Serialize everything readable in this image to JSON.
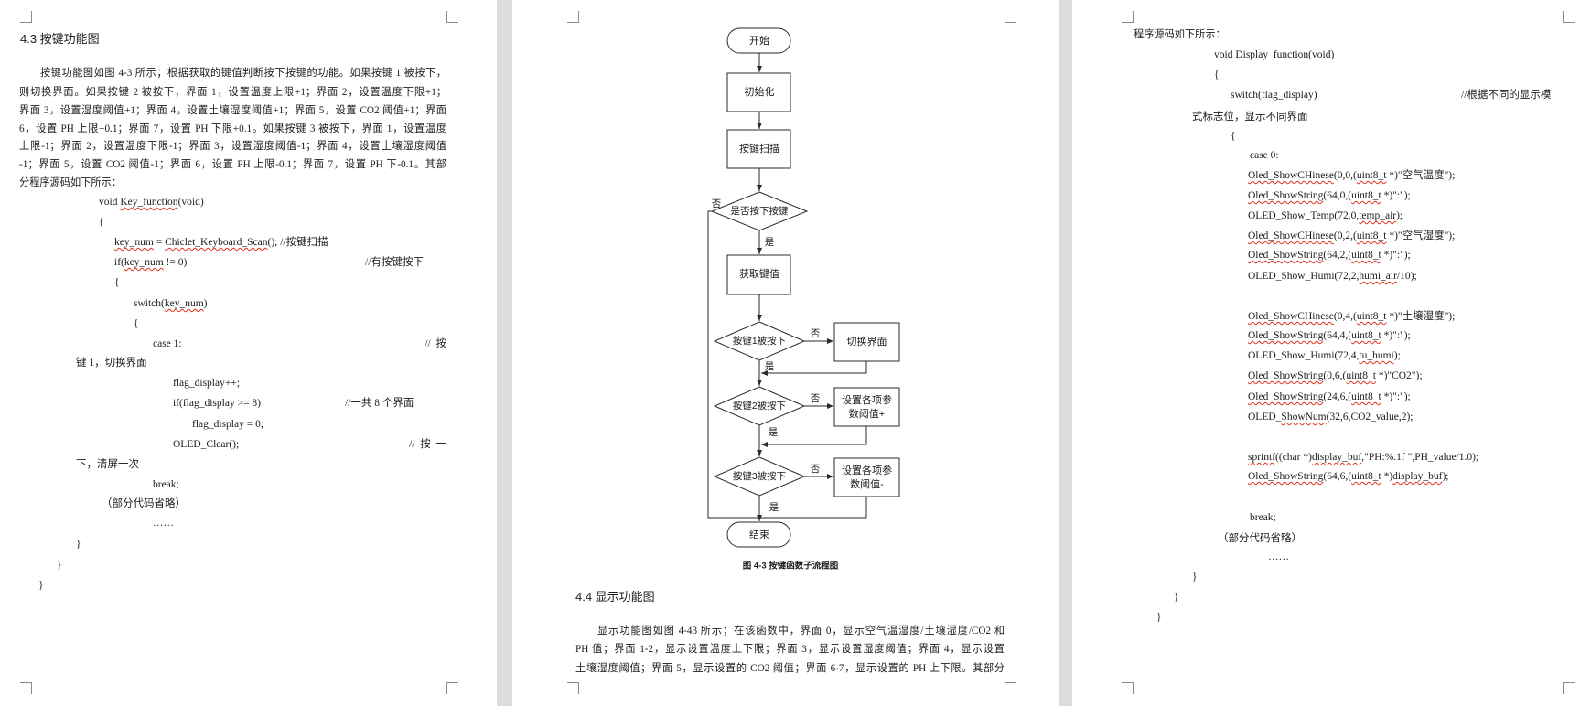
{
  "page1": {
    "heading": "4.3 按键功能图",
    "paragraph_lines": [
      "按键功能图如图 4-3 所示；根据获取的键值判断按下按键的功能。如果按键 1 被按下，",
      "则切换界面。如果按键 2 被按下，界面 1，设置温度上限+1；界面 2，设置温度下限+1；",
      "界面 3，设置湿度阈值+1；界面 4，设置土壤湿度阈值+1；界面 5，设置 CO2 阈值+1；界面",
      "6，设置 PH 上限+0.1；界面 7，设置 PH 下限+0.1。如果按键 3 被按下，界面 1，设置温度",
      "上限-1；界面 2，设置温度下限-1；界面 3，设置湿度阈值-1；界面 4，设置土壤湿度阈值",
      "-1；界面 5，设置 CO2 阈值-1；界面 6，设置 PH 上限-0.1；界面 7，设置 PH 下-0.1。其部",
      "分程序源码如下所示："
    ],
    "code": [
      {
        "t": "void Key_function(void)",
        "sq": [
          "Key_function"
        ]
      },
      {
        "t": "{"
      },
      {
        "t": "key_num = Chiclet_Keyboard_Scan(); //按键扫描",
        "sq": [
          "key_num",
          "Chiclet_Keyboard_Scan"
        ]
      },
      {
        "t": "if(key_num != 0)",
        "sq": [
          "key_num"
        ]
      },
      {
        "t": "{"
      },
      {
        "t": "switch(key_num)",
        "sq": [
          "key_num"
        ]
      },
      {
        "t": "{"
      },
      {
        "t": "case 1:"
      },
      {
        "t": "键 1，切换界面"
      },
      {
        "t": "flag_display++;"
      },
      {
        "t": "if(flag_display >= 8)"
      },
      {
        "t": "flag_display = 0;"
      },
      {
        "t": "OLED_Clear();"
      },
      {
        "t": "下，清屏一次"
      },
      {
        "t": "break;"
      },
      {
        "t": "（部分代码省略）"
      },
      {
        "t": "……"
      },
      {
        "t": "}"
      },
      {
        "t": "}"
      },
      {
        "t": "}"
      }
    ],
    "comments": [
      "//有按键按下",
      "//  按",
      "//一共 8 个界面",
      "//  按  一"
    ]
  },
  "page2": {
    "flowchart": {
      "start": "开始",
      "init": "初始化",
      "scan": "按键扫描",
      "decision_pressed": "是否按下按键",
      "get_key": "获取键值",
      "decision_key1": "按键1被按下",
      "switch_screen": "切换界面",
      "decision_key2": "按键2被按下",
      "set_plus": [
        "设置各项参",
        "数阈值+"
      ],
      "decision_key3": "按键3被按下",
      "set_minus": [
        "设置各项参",
        "数阈值-"
      ],
      "end": "结束",
      "yes": "是",
      "no": "否",
      "caption": "图 4-3   按键函数子流程图"
    },
    "heading": "4.4 显示功能图",
    "paragraph_lines": [
      "显示功能图如图 4-43 所示；在该函数中，界面 0，显示空气温湿度/土壤湿度/CO2 和",
      "PH 值；界面 1-2，显示设置温度上下限；界面 3，显示设置湿度阈值；界面 4，显示设置",
      "土壤湿度阈值；界面 5，显示设置的 CO2 阈值；界面 6-7，显示设置的 PH 上下限。其部分"
    ]
  },
  "page3": {
    "intro": "程序源码如下所示：",
    "code": [
      {
        "t": "void Display_function(void)"
      },
      {
        "t": "{"
      },
      {
        "t": "switch(flag_display)"
      },
      {
        "t": "式标志位，显示不同界面"
      },
      {
        "t": "{"
      },
      {
        "t": "case 0:"
      },
      {
        "t": "Oled_ShowCHinese(0,0,(uint8_t *)\"空气温度\");",
        "sq": [
          "Oled_ShowCHinese",
          "uint8_t"
        ]
      },
      {
        "t": "Oled_ShowString(64,0,(uint8_t *)\":\");",
        "sq": [
          "Oled_ShowString",
          "uint8_t"
        ]
      },
      {
        "t": "OLED_Show_Temp(72,0,temp_air);",
        "sq": [
          "temp_air"
        ]
      },
      {
        "t": "Oled_ShowCHinese(0,2,(uint8_t *)\"空气湿度\");",
        "sq": [
          "Oled_ShowCHinese",
          "uint8_t"
        ]
      },
      {
        "t": "Oled_ShowString(64,2,(uint8_t *)\":\");",
        "sq": [
          "Oled_ShowString",
          "uint8_t"
        ]
      },
      {
        "t": "OLED_Show_Humi(72,2,humi_air/10);",
        "sq": [
          "humi_air"
        ]
      },
      {
        "t": "Oled_ShowCHinese(0,4,(uint8_t *)\"土壤湿度\");",
        "sq": [
          "Oled_ShowCHinese",
          "uint8_t"
        ]
      },
      {
        "t": "Oled_ShowString(64,4,(uint8_t *)\":\");",
        "sq": [
          "Oled_ShowString",
          "uint8_t"
        ]
      },
      {
        "t": "OLED_Show_Humi(72,4,tu_humi);",
        "sq": [
          "tu_humi"
        ]
      },
      {
        "t": "Oled_ShowString(0,6,(uint8_t *)\"CO2\");",
        "sq": [
          "Oled_ShowString",
          "uint8_t"
        ]
      },
      {
        "t": "Oled_ShowString(24,6,(uint8_t *)\":\");",
        "sq": [
          "Oled_ShowString",
          "uint8_t"
        ]
      },
      {
        "t": "OLED_ShowNum(32,6,CO2_value,2);",
        "sq": [
          "ShowNum"
        ]
      },
      {
        "t": "sprintf((char *)display_buf,\"PH:%.1f \",PH_value/1.0);",
        "sq": [
          "sprintf",
          "display_buf"
        ]
      },
      {
        "t": "Oled_ShowString(64,6,(uint8_t *)display_buf);",
        "sq": [
          "Oled_ShowString",
          "uint8_t",
          "display_buf"
        ]
      },
      {
        "t": "break;"
      },
      {
        "t": "（部分代码省略）"
      },
      {
        "t": "……"
      },
      {
        "t": "}"
      },
      {
        "t": "}"
      },
      {
        "t": "}"
      }
    ],
    "comments": [
      "//根据不同的显示模"
    ]
  }
}
